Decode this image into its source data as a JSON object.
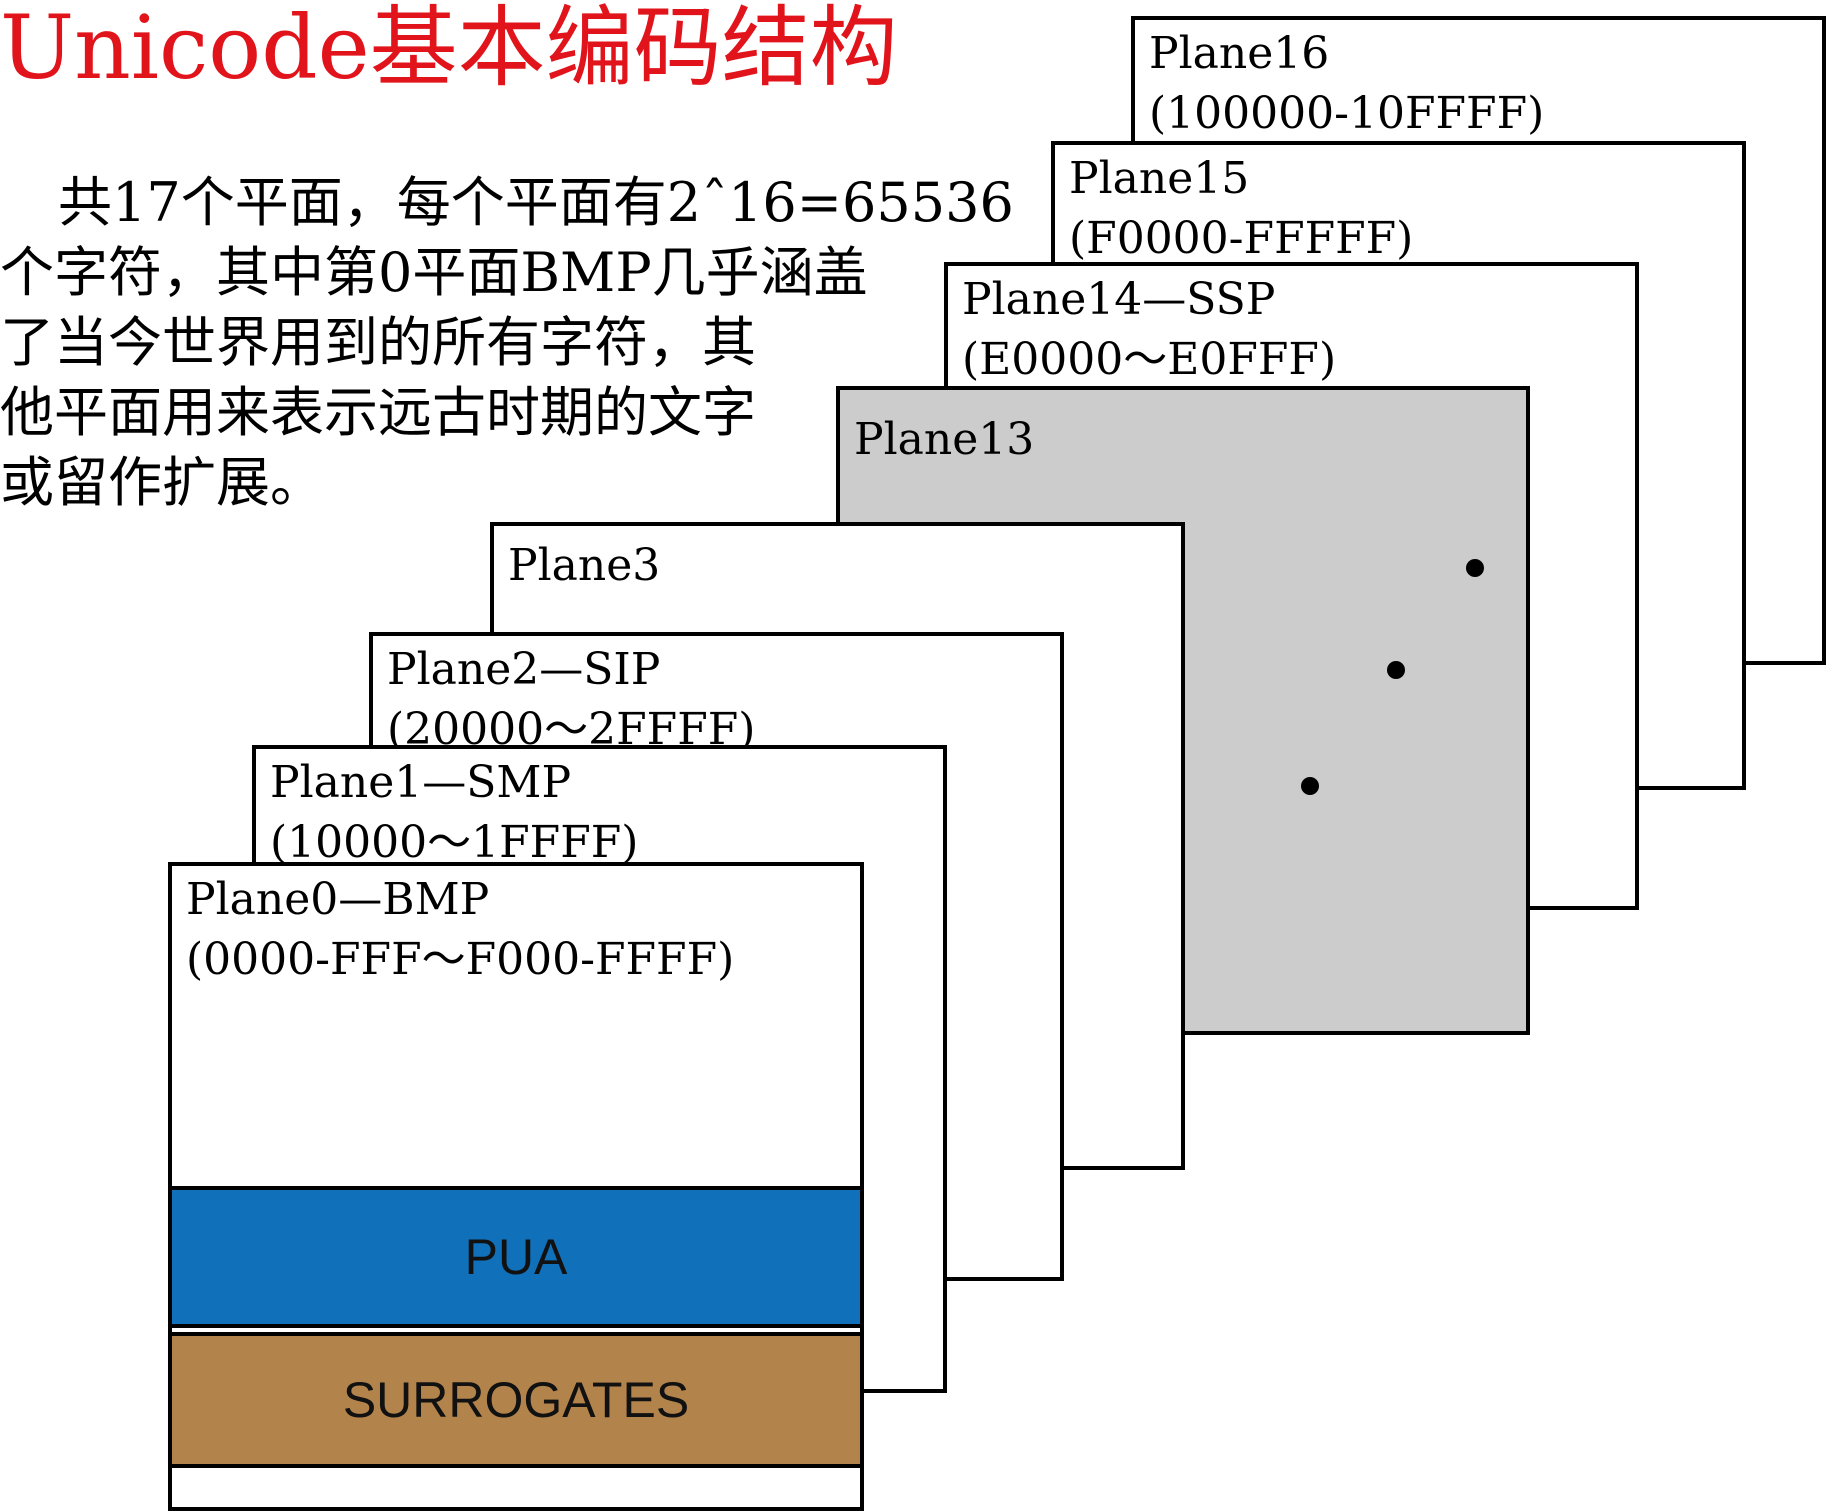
{
  "title": "Unicode基本编码结构",
  "description": {
    "lines": [
      "共17个平面，每个平面有2ˆ16=65536",
      "个字符，其中第0平面BMP几乎涵盖",
      "了当今世界用到的所有字符，其",
      "他平面用来表示远古时期的文字",
      "或留作扩展。"
    ]
  },
  "planes": [
    {
      "id": "plane16",
      "name": "Plane16",
      "range": "(100000-10FFFF)"
    },
    {
      "id": "plane15",
      "name": "Plane15",
      "range": "(F0000-FFFFF)"
    },
    {
      "id": "plane14",
      "name": "Plane14—SSP",
      "range": "(E0000～E0FFF)"
    },
    {
      "id": "plane13",
      "name": "Plane13",
      "range": ""
    },
    {
      "id": "plane3",
      "name": "Plane3",
      "range": ""
    },
    {
      "id": "plane2",
      "name": "Plane2—SIP",
      "range": "(20000～2FFFF)"
    },
    {
      "id": "plane1",
      "name": "Plane1—SMP",
      "range": "(10000～1FFFF)"
    },
    {
      "id": "plane0",
      "name": "Plane0—BMP",
      "range": "(0000-FFF～F000-FFFF)"
    }
  ],
  "bmp_regions": {
    "pua": {
      "label": "PUA",
      "color": "#1070ba"
    },
    "surrogates": {
      "label": "SURROGATES",
      "color": "#b3834c"
    }
  },
  "colors": {
    "title": "#e1141b",
    "highlight_plane": "#cbcccb"
  }
}
